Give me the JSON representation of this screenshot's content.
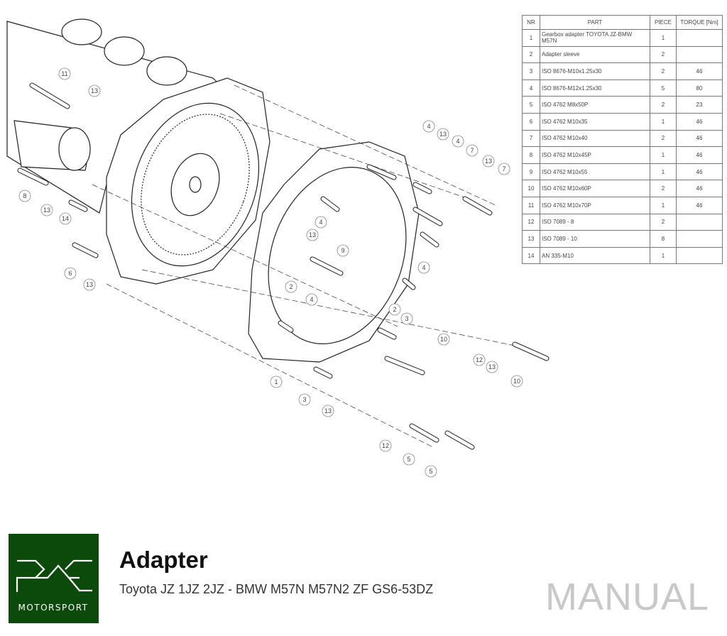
{
  "table": {
    "headers": [
      "NR",
      "PART",
      "PIECE",
      "TORQUE [Nm]"
    ],
    "rows": [
      [
        "1",
        "Gearbox adapter TOYOTA JZ-BMW M57N",
        "1",
        ""
      ],
      [
        "2",
        "Adapter sleeve",
        "2",
        ""
      ],
      [
        "3",
        "ISO 8676-M10x1.25x30",
        "2",
        "46"
      ],
      [
        "4",
        "ISO 8676-M12x1.25x30",
        "5",
        "80"
      ],
      [
        "5",
        "ISO 4762 M8x50P",
        "2",
        "23"
      ],
      [
        "6",
        "ISO 4762 M10x35",
        "1",
        "46"
      ],
      [
        "7",
        "ISO 4762 M10x40",
        "2",
        "46"
      ],
      [
        "8",
        "ISO 4762 M10x45P",
        "1",
        "46"
      ],
      [
        "9",
        "ISO 4762 M10x55",
        "1",
        "46"
      ],
      [
        "10",
        "ISO 4762 M10x60P",
        "2",
        "46"
      ],
      [
        "11",
        "ISO 4762 M10x70P",
        "1",
        "46"
      ],
      [
        "12",
        "ISO 7089 - 8",
        "2",
        ""
      ],
      [
        "13",
        "ISO 7089 - 10",
        "8",
        ""
      ],
      [
        "14",
        "AN 335-M10",
        "1",
        ""
      ]
    ]
  },
  "callouts": [
    "11",
    "13",
    "8",
    "13",
    "14",
    "6",
    "13",
    "4",
    "13",
    "4",
    "7",
    "13",
    "7",
    "4",
    "13",
    "9",
    "4",
    "2",
    "4",
    "2",
    "3",
    "1",
    "3",
    "13",
    "10",
    "12",
    "13",
    "10",
    "12",
    "5",
    "5"
  ],
  "logo": {
    "text": "MOTORSPORT",
    "mark": "PMC",
    "color": "#0c4a0c"
  },
  "footer": {
    "title": "Adapter",
    "subtitle": "Toyota JZ 1JZ 2JZ - BMW M57N M57N2  ZF GS6-53DZ",
    "manual": "MANUAL"
  }
}
